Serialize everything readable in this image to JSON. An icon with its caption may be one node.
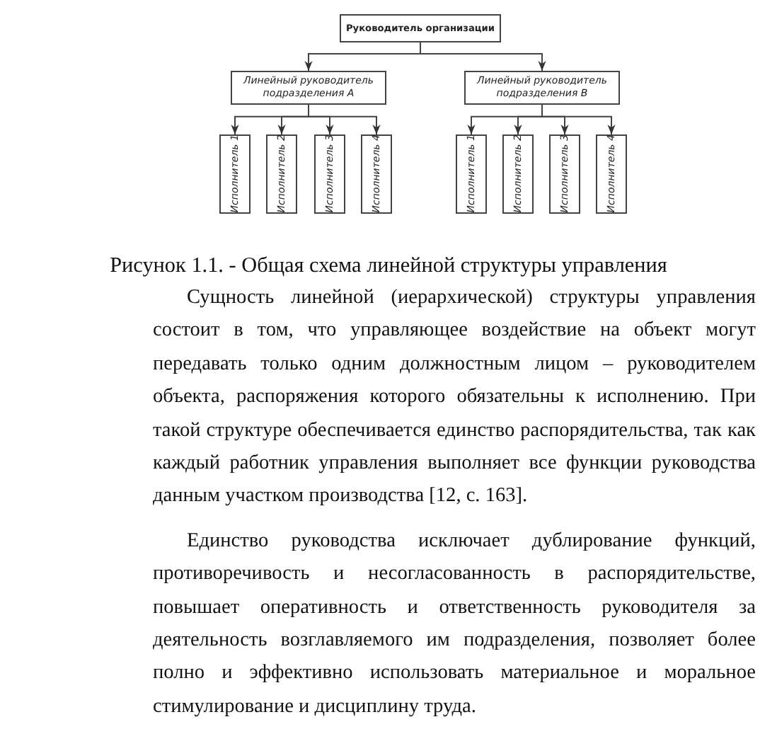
{
  "diagram": {
    "caption": "Рисунок 1.1. -  Общая схема линейной структуры управления",
    "nodes": [
      {
        "text": [
          "Руководитель организации"
        ]
      },
      {
        "text": [
          "Линейный руководитель подразделения *А*"
        ]
      },
      {
        "text": [
          "Линейный руководитель подразделения *В*"
        ]
      },
      {
        "text": [
          "Исполнитель 1"
        ]
      },
      {
        "text": [
          "Исполнитель 2"
        ]
      },
      {
        "text": [
          "Исполнитель 3"
        ]
      },
      {
        "text": [
          "Исполнитель 4"
        ]
      },
      {
        "text": [
          "Исполнитель 1"
        ]
      },
      {
        "text": [
          "Исполнитель 2"
        ]
      },
      {
        "text": [
          "Исполнитель 3"
        ]
      },
      {
        "text": [
          "Исполнитель 4"
        ]
      }
    ],
    "edges": [
      {
        "from": 0,
        "to": 1,
        "arrow": "to"
      },
      {
        "from": 0,
        "to": 2,
        "arrow": "to"
      },
      {
        "from": 1,
        "to": 3,
        "arrow": "to"
      },
      {
        "from": 1,
        "to": 4,
        "arrow": "to"
      },
      {
        "from": 1,
        "to": 5,
        "arrow": "to"
      },
      {
        "from": 1,
        "to": 6,
        "arrow": "to"
      },
      {
        "from": 2,
        "to": 7,
        "arrow": "to"
      },
      {
        "from": 2,
        "to": 8,
        "arrow": "to"
      },
      {
        "from": 2,
        "to": 9,
        "arrow": "to"
      },
      {
        "from": 2,
        "to": 10,
        "arrow": "to"
      }
    ],
    "labels": [
      "Сущность линейной (иерархической) структуры управления состоит в том, что управляющее воздействие на объект могут передавать только одним должностным лицом – руководителем объекта, распоряжения которого обязательны к исполнению. При такой структуре обеспечивается единство распорядительства, так как каждый работник управления выполняет все функции руководства данным участком производства [12, с. 163].",
      "Единство руководства исключает дублирование функций, противоречивость и несогласованность в распорядительстве, повышает оперативность и ответственность руководителя за деятельность возглавляемого им подразделения, позволяет более полно и эффективно использовать материальное и моральное стимулирование и дисциплину труда."
    ]
  }
}
